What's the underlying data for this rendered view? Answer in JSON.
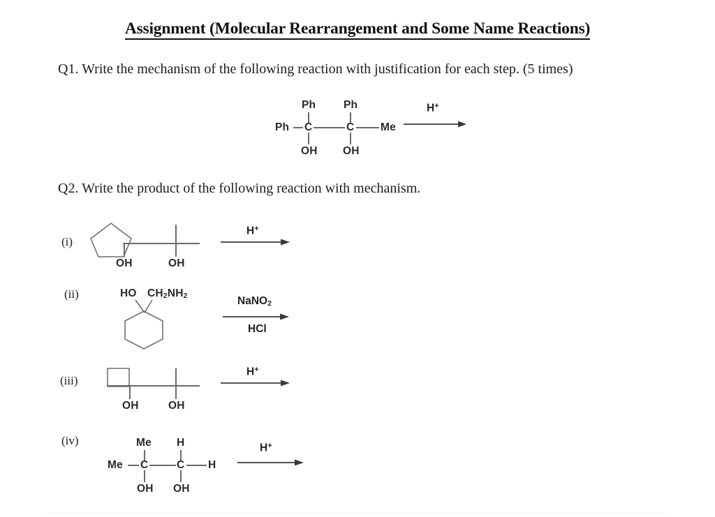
{
  "document": {
    "title": "Assignment (Molecular Rearrangement and Some Name Reactions)",
    "background_color": "#ffffff",
    "text_color": "#1c1c1c",
    "bond_color": "#6f6f6f"
  },
  "questions": [
    {
      "id": "q1",
      "text": "Q1. Write the mechanism of the following reaction with justification for each step. (5 times)"
    },
    {
      "id": "q2",
      "text": "Q2. Write the product of the following reaction with mechanism."
    }
  ],
  "q1_reaction": {
    "left_substituent": "Ph",
    "c1_top": "Ph",
    "c1_label": "C",
    "c1_bottom": "OH",
    "c2_top": "Ph",
    "c2_label": "C",
    "c2_bottom": "OH",
    "right_substituent": "Me",
    "arrow_above": "H",
    "arrow_above_charge": "+"
  },
  "items": [
    {
      "label": "(i)",
      "ring": "cyclopentane",
      "ring_oh": "OH",
      "chain_oh": "OH",
      "reagent_above": "H",
      "reagent_above_charge": "+",
      "reagent_below": ""
    },
    {
      "label": "(ii)",
      "ring": "cyclohexane",
      "group_left": "HO",
      "group_right": "CH",
      "group_right_sub1": "2",
      "group_right_mid": "NH",
      "group_right_sub2": "2",
      "reagent_above": "NaNO",
      "reagent_above_sub": "2",
      "reagent_below": "HCl"
    },
    {
      "label": "(iii)",
      "ring": "cyclobutane",
      "ring_oh": "OH",
      "chain_oh": "OH",
      "reagent_above": "H",
      "reagent_above_charge": "+",
      "reagent_below": ""
    },
    {
      "label": "(iv)",
      "left_substituent": "Me",
      "c1_top": "Me",
      "c1_label": "C",
      "c1_bottom": "OH",
      "c2_top": "H",
      "c2_label": "C",
      "c2_bottom": "OH",
      "right_substituent": "H",
      "reagent_above": "H",
      "reagent_above_charge": "+"
    }
  ]
}
